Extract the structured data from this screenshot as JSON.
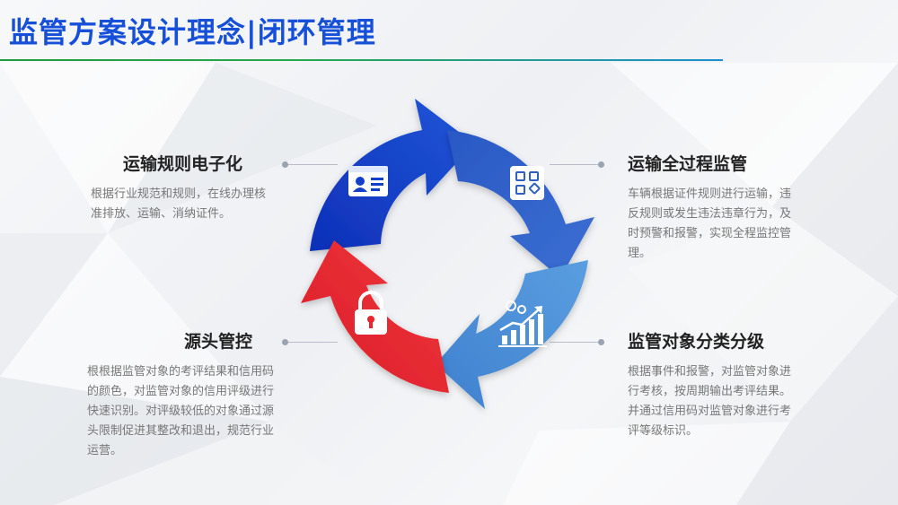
{
  "title": "监管方案设计理念|闭环管理",
  "steps": {
    "top_left": {
      "heading": "运输规则电子化",
      "desc": "根据行业规范和规则，在线办理核准排放、运输、消纳证件。",
      "icon": "id-card-icon",
      "color": "#1440c8"
    },
    "top_right": {
      "heading": "运输全过程监管",
      "desc": "车辆根据证件规则进行运输，违反规则或发生违法违章行为，及时预警和报警，实现全程监控管理。",
      "icon": "apps-grid-icon",
      "color": "#2f5fc0"
    },
    "bottom_right": {
      "heading": "监管对象分类分级",
      "desc": "根据事件和报警，对监管对象进行考核，按周期输出考评结果。并通过信用码对监管对象进行考评等级标识。",
      "icon": "growth-chart-icon",
      "color": "#4f8fd8"
    },
    "bottom_left": {
      "heading": "源头管控",
      "desc": "根根据监管对象的考评结果和信用码的颜色，对监管对象的信用评级进行快速识别。对评级较低的对象通过源头限制促进其整改和退出，规范行业运营。",
      "icon": "padlock-icon",
      "color": "#e8242e"
    }
  },
  "colors": {
    "title": "#1750d8",
    "accent_line_start": "#1e9a3c",
    "accent_line_end": "#1c8fd0"
  }
}
